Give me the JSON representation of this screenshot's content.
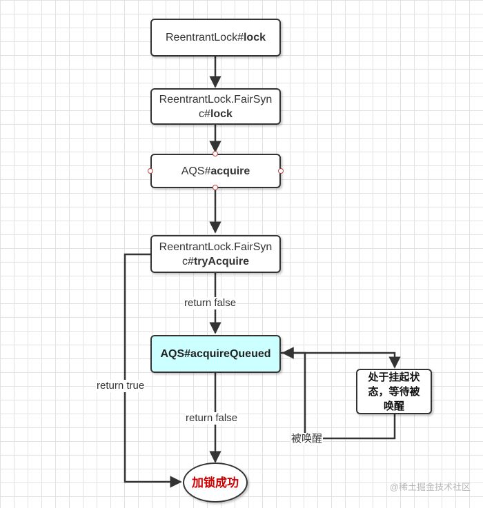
{
  "nodes": {
    "lock": {
      "prefix": "ReentrantLock#",
      "bold": "lock"
    },
    "fair_lock": {
      "prefix": "ReentrantLock.FairSync#",
      "bold": "lock"
    },
    "acquire": {
      "prefix": "AQS#",
      "bold": "acquire"
    },
    "try_acquire": {
      "prefix": "ReentrantLock.FairSync#",
      "bold": "tryAcquire"
    },
    "acquire_queued": {
      "prefix": "",
      "bold": "AQS#acquireQueued"
    },
    "suspended": {
      "label": "处于挂起状态，等待被唤醒"
    },
    "success": {
      "label": "加锁成功"
    }
  },
  "edge_labels": {
    "try_false": "return false",
    "try_true": "return true",
    "queued_false": "return false",
    "woken": "被唤醒"
  },
  "watermark": "@稀土掘金技术社区",
  "colors": {
    "highlight_fill": "#ccffff",
    "success_text": "#cc0000",
    "stroke": "#333333"
  }
}
